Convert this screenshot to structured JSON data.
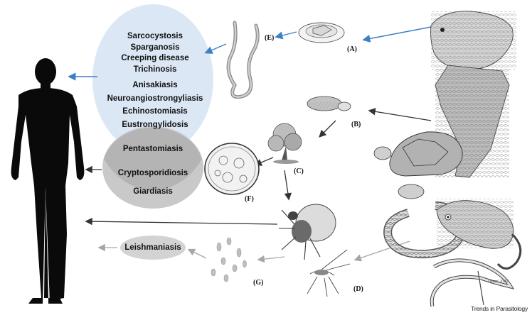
{
  "diseases": {
    "blue_group": [
      "Sarcocystosis",
      "Sparganosis",
      "Creeping disease",
      "Trichinosis",
      "Anisakiasis",
      "Neuroangiostrongyliasis",
      "Echinostomiasis",
      "Eustrongylidosis"
    ],
    "overlap": "Pentastomiasis",
    "grey_group": [
      "Cryptosporidiosis",
      "Giardiasis"
    ],
    "leishmania": "Leishmaniasis"
  },
  "panels": {
    "A": "(A)",
    "B": "(B)",
    "C": "(C)",
    "D": "(D)",
    "E": "(E)",
    "F": "(F)",
    "G": "(G)"
  },
  "signature": "Dyani 2020",
  "credit": "Trends in Parasitology",
  "colors": {
    "blue_ellipse": "#dbe7f5",
    "grey_ellipse": "#c9c9c9",
    "blue_arrow": "#3b7fc4",
    "dark_arrow": "#333333",
    "light_arrow": "#a6a6a6",
    "silhouette": "#0a0a0a"
  }
}
